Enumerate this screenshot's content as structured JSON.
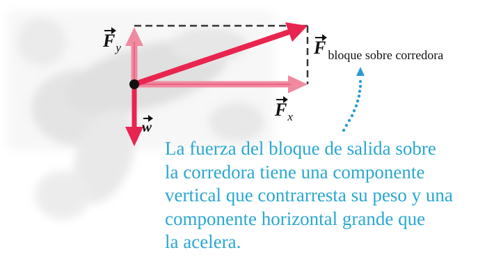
{
  "labels": {
    "fy": {
      "symbol": "F",
      "subscript": "y"
    },
    "fx": {
      "symbol": "F",
      "subscript": "x"
    },
    "fbloque": {
      "symbol": "F",
      "subscript": "bloque sobre corredora"
    },
    "w": {
      "symbol": "w"
    }
  },
  "caption": {
    "lines": [
      "La fuerza del bloque de salida sobre",
      "la corredora tiene una componente",
      "vertical que contrarresta su peso y una",
      "componente horizontal grande que",
      "la acelera."
    ]
  },
  "colors": {
    "resultant_vector": "#e8254f",
    "component_vectors": "#f08aa0",
    "caption_text": "#2aa8cf",
    "pointer_dots": "#2a9bd4",
    "dashed_lines": "#333333"
  },
  "icons": [
    "runner-silhouette-image",
    "origin-point",
    "dotted-pointer-arrow"
  ]
}
